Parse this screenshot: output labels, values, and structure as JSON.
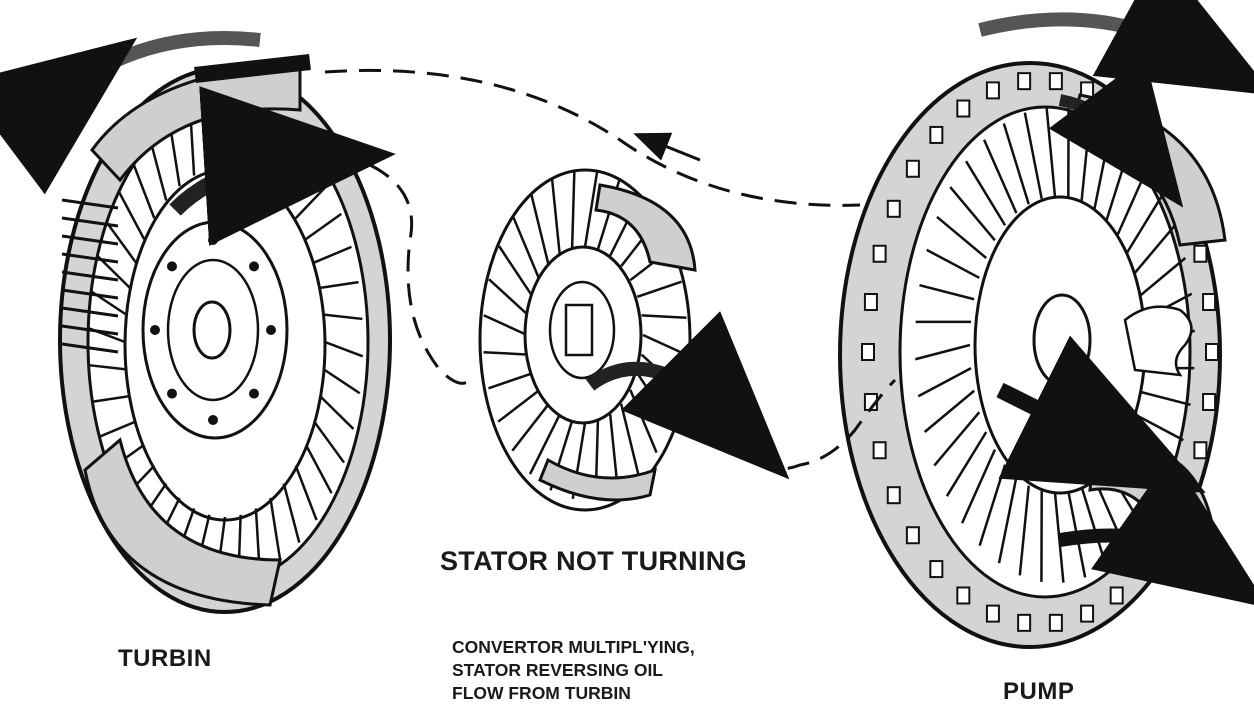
{
  "diagram": {
    "labels": {
      "turbine": "TURBIN",
      "stator": "STATOR NOT TURNING",
      "pump": "PUMP"
    },
    "caption": [
      "CONVERTOR MULTIPL'YING,",
      "STATOR REVERSING OIL",
      "FLOW FROM TURBIN"
    ],
    "colors": {
      "shell_fill": "#cfcfcf",
      "line": "#111111",
      "background": "#ffffff"
    },
    "icons": {
      "rotation_arrow": "curved-arrow",
      "flow_path": "dashed-line"
    }
  }
}
